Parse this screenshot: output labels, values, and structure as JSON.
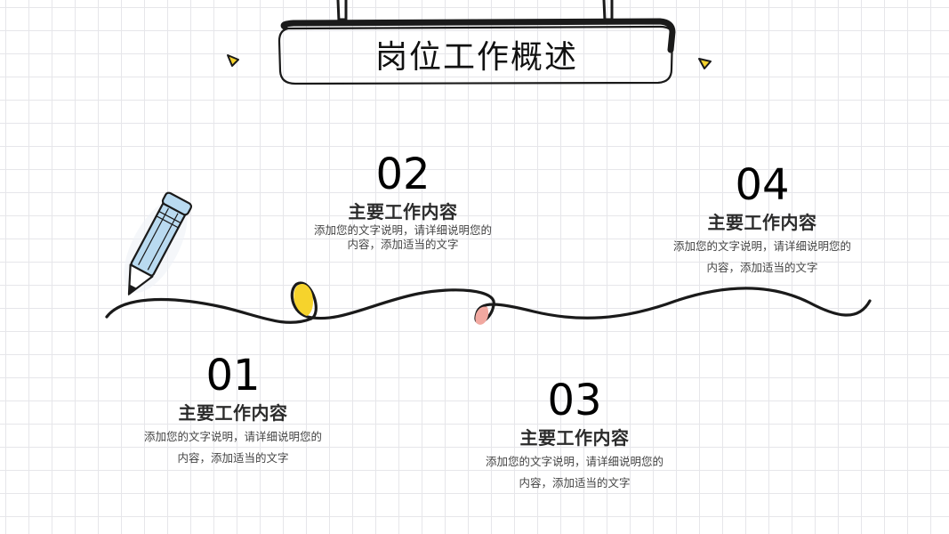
{
  "title": "岗位工作概述",
  "steps": [
    {
      "number": "01",
      "heading": "主要工作内容",
      "desc_line1": "添加您的文字说明，请详细说明您的",
      "desc_line2": "内容，添加适当的文字"
    },
    {
      "number": "02",
      "heading": "主要工作内容",
      "desc_line1": "添加您的文字说明，请详细说明您的",
      "desc_line2": "内容，添加适当的文字"
    },
    {
      "number": "03",
      "heading": "主要工作内容",
      "desc_line1": "添加您的文字说明，请详细说明您的",
      "desc_line2": "内容，添加适当的文字"
    },
    {
      "number": "04",
      "heading": "主要工作内容",
      "desc_line1": "添加您的文字说明，请详细说明您的",
      "desc_line2": "内容，添加适当的文字"
    }
  ],
  "colors": {
    "stroke": "#1a1a1a",
    "loop_yellow": "#f6d32c",
    "loop_pink": "#f1a8a0",
    "pencil_body": "#b9daf0",
    "grid": "#e6e6ea"
  }
}
